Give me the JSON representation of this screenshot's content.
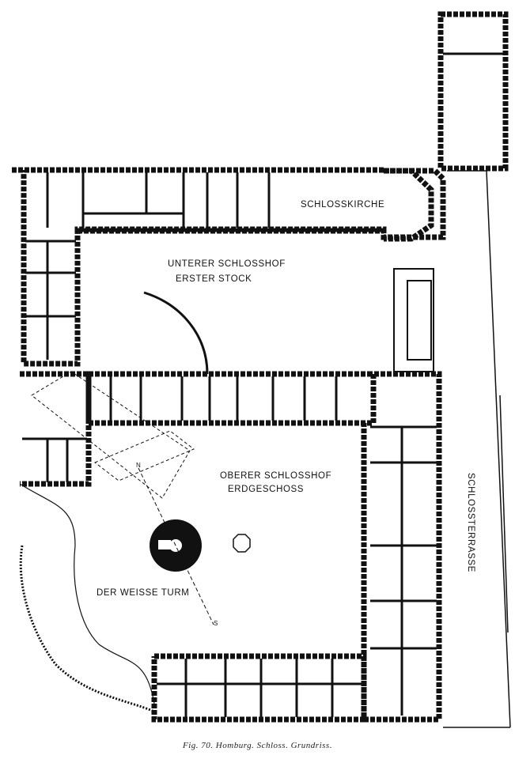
{
  "labels": {
    "schlosskirche": "SCHLOSSKIRCHE",
    "unterer_hof_1": "UNTERER SCHLOSSHOF",
    "unterer_hof_2": "ERSTER STOCK",
    "oberer_hof_1": "OBERER SCHLOSSHOF",
    "oberer_hof_2": "ERDGESCHOSS",
    "weisse_turm": "DER WEISSE TURM",
    "terrasse": "SCHLOSSTERRASSE",
    "north": "N",
    "south": "S"
  },
  "caption": "Fig. 70.  Homburg.  Schloss.  Grundriss."
}
